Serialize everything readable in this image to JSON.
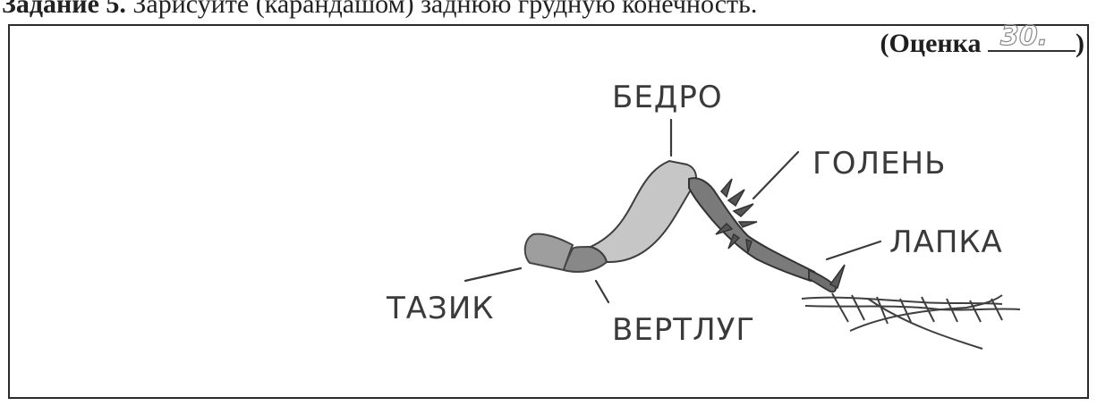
{
  "task": {
    "number_label": "Задание 5.",
    "instruction": "Зарисуйте (карандашом) заднюю грудную конечность."
  },
  "grade": {
    "label_open": "(Оценка",
    "label_close": ")",
    "handwritten_score": "30."
  },
  "drawing": {
    "labels": {
      "femur": "БЕДРО",
      "tibia": "ГОЛЕНЬ",
      "tarsus": "ЛАПКА",
      "coxa": "ТАЗИК",
      "trochanter": "ВЕРТЛУГ"
    },
    "colors": {
      "pencil": "#3a3a3a",
      "coxa_fill": "#9a9a9a",
      "trochanter_fill": "#8a8a8a",
      "femur_fill": "#c4c4c4",
      "tibia_fill": "#777777"
    }
  }
}
